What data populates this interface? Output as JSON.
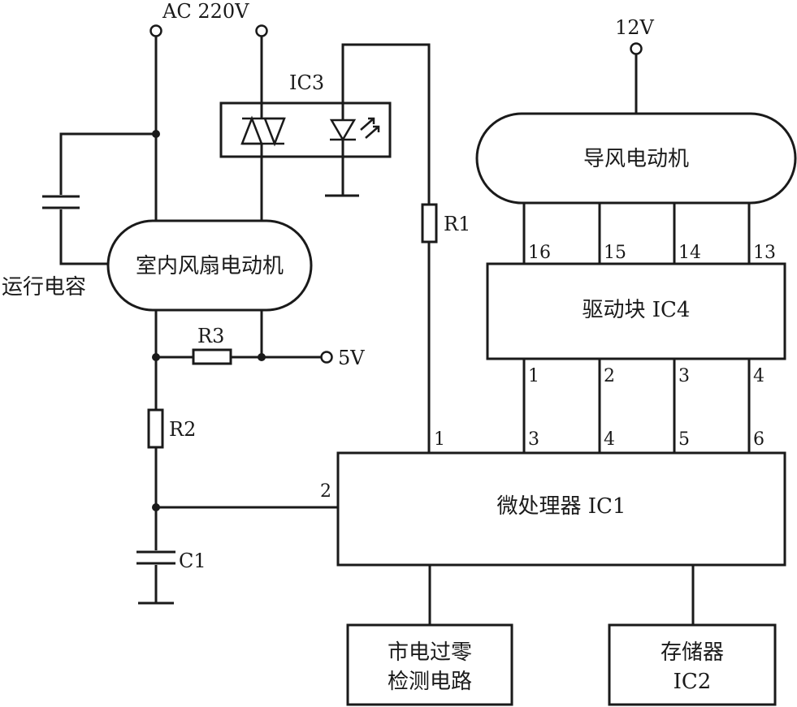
{
  "power": {
    "ac": "AC 220V",
    "v12": "12V",
    "v5": "5V"
  },
  "components": {
    "ic3": "IC3",
    "r1": "R1",
    "r2": "R2",
    "r3": "R3",
    "c1": "C1",
    "run_capacitor": "运行电容"
  },
  "blocks": {
    "fan_motor": "室内风扇电动机",
    "vane_motor": "导风电动机",
    "driver": "驱动块 IC4",
    "mcu": "微处理器 IC1",
    "zero_cross_1": "市电过零",
    "zero_cross_2": "检测电路",
    "memory_1": "存储器",
    "memory_2": "IC2"
  },
  "pins": {
    "driver_top": [
      "16",
      "15",
      "14",
      "13"
    ],
    "driver_bottom": [
      "1",
      "2",
      "3",
      "4"
    ],
    "mcu_top": [
      "1",
      "3",
      "4",
      "5",
      "6"
    ],
    "mcu_left": "2"
  }
}
